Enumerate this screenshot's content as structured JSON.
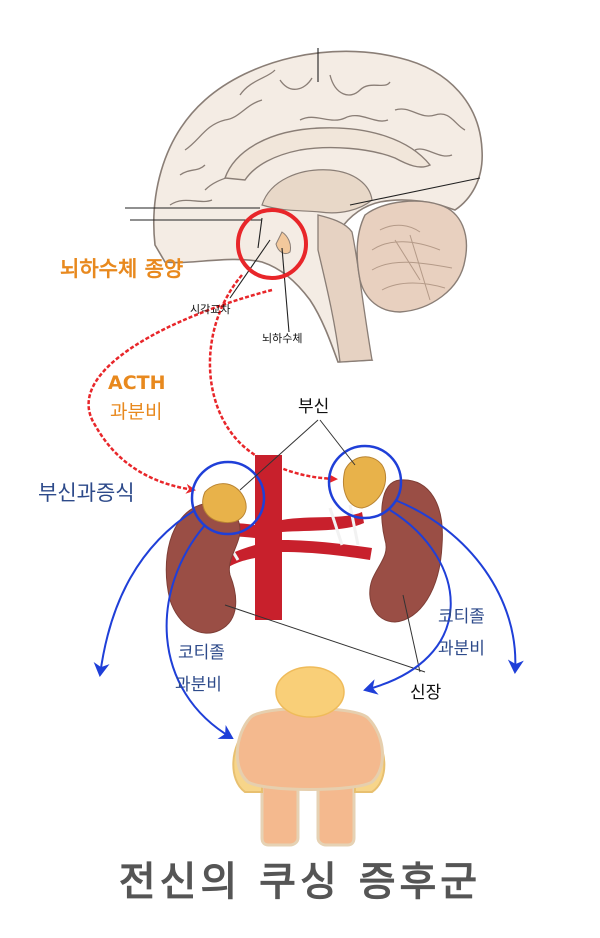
{
  "labels": {
    "pituitary_tumor": "뇌하수체 종양",
    "optic_chiasm": "시각교차",
    "pituitary": "뇌하수체",
    "acth_line1": "ACTH",
    "acth_line2": "과분비",
    "adrenal": "부신",
    "adrenal_hyperplasia": "부신과증식",
    "cortisol_left_line1": "코티졸",
    "cortisol_left_line2": "과분비",
    "cortisol_right_line1": "코티졸",
    "cortisol_right_line2": "과분비",
    "kidney": "신장",
    "title": "전신의 쿠싱 증후군"
  },
  "colors": {
    "tumor_red": "#e8262a",
    "acth_orange": "#e8891e",
    "blue_arrow": "#1f3fd8",
    "label_blue": "#2d4a8a",
    "title_gray": "#555555",
    "aorta_red": "#c8202c",
    "kidney_brown": "#9a4e45",
    "adrenal_yellow": "#e8b24a",
    "body_skin": "#f4b98e",
    "head_yellow": "#f9cf78"
  },
  "icons": [
    "brain-icon",
    "kidney-icon",
    "adrenal-gland-icon",
    "aorta-icon",
    "human-body-icon"
  ]
}
